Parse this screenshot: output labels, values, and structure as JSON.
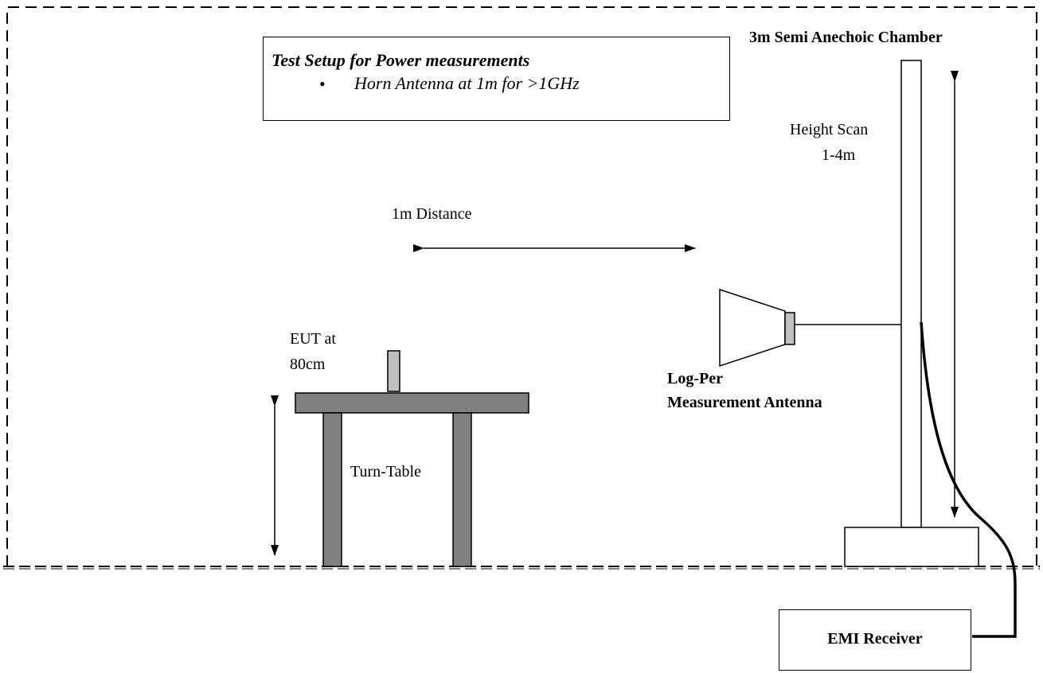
{
  "diagram": {
    "chamber_label": "3m Semi Anechoic Chamber",
    "title_box": {
      "title": "Test Setup for Power measurements",
      "bullet_text": "Horn Antenna at 1m for >1GHz"
    },
    "height_scan_line1": "Height Scan",
    "height_scan_line2": "1-4m",
    "distance_label": "1m Distance",
    "eut_line1": "EUT at",
    "eut_line2": "80cm",
    "turntable_label": "Turn-Table",
    "antenna_line1": "Log-Per",
    "antenna_line2": "Measurement Antenna",
    "receiver_label": "EMI Receiver",
    "colors": {
      "table_fill": "#808080",
      "eut_fill": "#c0c0c0",
      "line": "#000000",
      "background": "#ffffff"
    }
  }
}
